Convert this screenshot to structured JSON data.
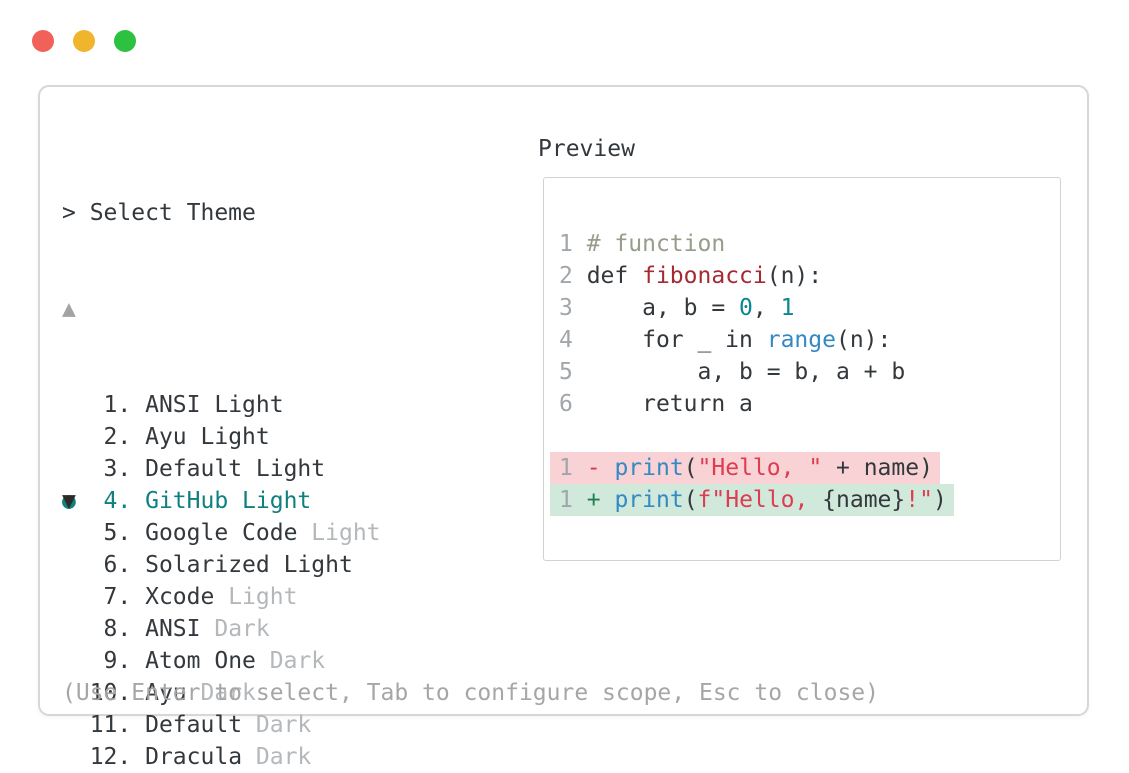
{
  "window": {
    "traffic_lights": [
      {
        "name": "close",
        "color": "#f2605a"
      },
      {
        "name": "minimize",
        "color": "#f0b42d"
      },
      {
        "name": "maximize",
        "color": "#2dc142"
      }
    ]
  },
  "theme_selector": {
    "prompt": "> Select Theme",
    "scroll_up": "▲",
    "scroll_down": "▼",
    "selected_marker": "●",
    "items": [
      {
        "number": "1",
        "name": "ANSI Light",
        "dim_suffix": "",
        "selected": false
      },
      {
        "number": "2",
        "name": "Ayu Light",
        "dim_suffix": "",
        "selected": false
      },
      {
        "number": "3",
        "name": "Default Light",
        "dim_suffix": "",
        "selected": false
      },
      {
        "number": "4",
        "name": "GitHub Light",
        "dim_suffix": "",
        "selected": true
      },
      {
        "number": "5",
        "name": "Google Code",
        "dim_suffix": "Light",
        "selected": false
      },
      {
        "number": "6",
        "name": "Solarized Light",
        "dim_suffix": "",
        "selected": false
      },
      {
        "number": "7",
        "name": "Xcode",
        "dim_suffix": "Light",
        "selected": false
      },
      {
        "number": "8",
        "name": "ANSI",
        "dim_suffix": "Dark",
        "selected": false
      },
      {
        "number": "9",
        "name": "Atom One",
        "dim_suffix": "Dark",
        "selected": false
      },
      {
        "number": "10",
        "name": "Ayu",
        "dim_suffix": "Dark",
        "selected": false
      },
      {
        "number": "11",
        "name": "Default",
        "dim_suffix": "Dark",
        "selected": false
      },
      {
        "number": "12",
        "name": "Dracula",
        "dim_suffix": "Dark",
        "selected": false
      }
    ],
    "help_text": "(Use Enter to select, Tab to configure scope, Esc to close)"
  },
  "preview": {
    "label": "Preview",
    "code_lines": [
      {
        "bg": "",
        "tokens": [
          [
            "1",
            "linenum"
          ],
          [
            " ",
            "default"
          ],
          [
            "# function",
            "comment"
          ]
        ]
      },
      {
        "bg": "",
        "tokens": [
          [
            "2",
            "linenum"
          ],
          [
            " def ",
            "default"
          ],
          [
            "fibonacci",
            "func"
          ],
          [
            "(n):",
            "default"
          ]
        ]
      },
      {
        "bg": "",
        "tokens": [
          [
            "3",
            "linenum"
          ],
          [
            "     a, b = ",
            "default"
          ],
          [
            "0",
            "num"
          ],
          [
            ", ",
            "default"
          ],
          [
            "1",
            "num"
          ]
        ]
      },
      {
        "bg": "",
        "tokens": [
          [
            "4",
            "linenum"
          ],
          [
            "     for _ in ",
            "default"
          ],
          [
            "range",
            "builtin"
          ],
          [
            "(n):",
            "default"
          ]
        ]
      },
      {
        "bg": "",
        "tokens": [
          [
            "5",
            "linenum"
          ],
          [
            "         a, b = b, a + b",
            "default"
          ]
        ]
      },
      {
        "bg": "",
        "tokens": [
          [
            "6",
            "linenum"
          ],
          [
            "     return a",
            "default"
          ]
        ]
      },
      {
        "bg": "",
        "tokens": []
      },
      {
        "bg": "removed",
        "tokens": [
          [
            "1",
            "linenum"
          ],
          [
            " ",
            "default"
          ],
          [
            "-",
            "minus"
          ],
          [
            " ",
            "default"
          ],
          [
            "print",
            "builtin"
          ],
          [
            "(",
            "default"
          ],
          [
            "\"Hello, \"",
            "str"
          ],
          [
            " + name)",
            "default"
          ]
        ]
      },
      {
        "bg": "added",
        "tokens": [
          [
            "1",
            "linenum"
          ],
          [
            " ",
            "default"
          ],
          [
            "+",
            "plus"
          ],
          [
            " ",
            "default"
          ],
          [
            "print",
            "builtin"
          ],
          [
            "(",
            "default"
          ],
          [
            "f\"Hello, ",
            "str"
          ],
          [
            "{name}",
            "default"
          ],
          [
            "!\"",
            "str"
          ],
          [
            ")",
            "default"
          ]
        ]
      }
    ]
  },
  "colors": {
    "accent_teal": "#0f807e",
    "dim_text": "#b4b8bb",
    "syntax": {
      "default": "#33383d",
      "linenum": "#a0a6ab",
      "comment": "#959d8b",
      "func": "#a62a34",
      "num": "#0b8693",
      "builtin": "#3389c5",
      "str": "#df3b51",
      "minus": "#d5394b",
      "plus": "#1f7f51"
    },
    "diff_removed_bg": "#f8d2d4",
    "diff_added_bg": "#d1e9da"
  }
}
